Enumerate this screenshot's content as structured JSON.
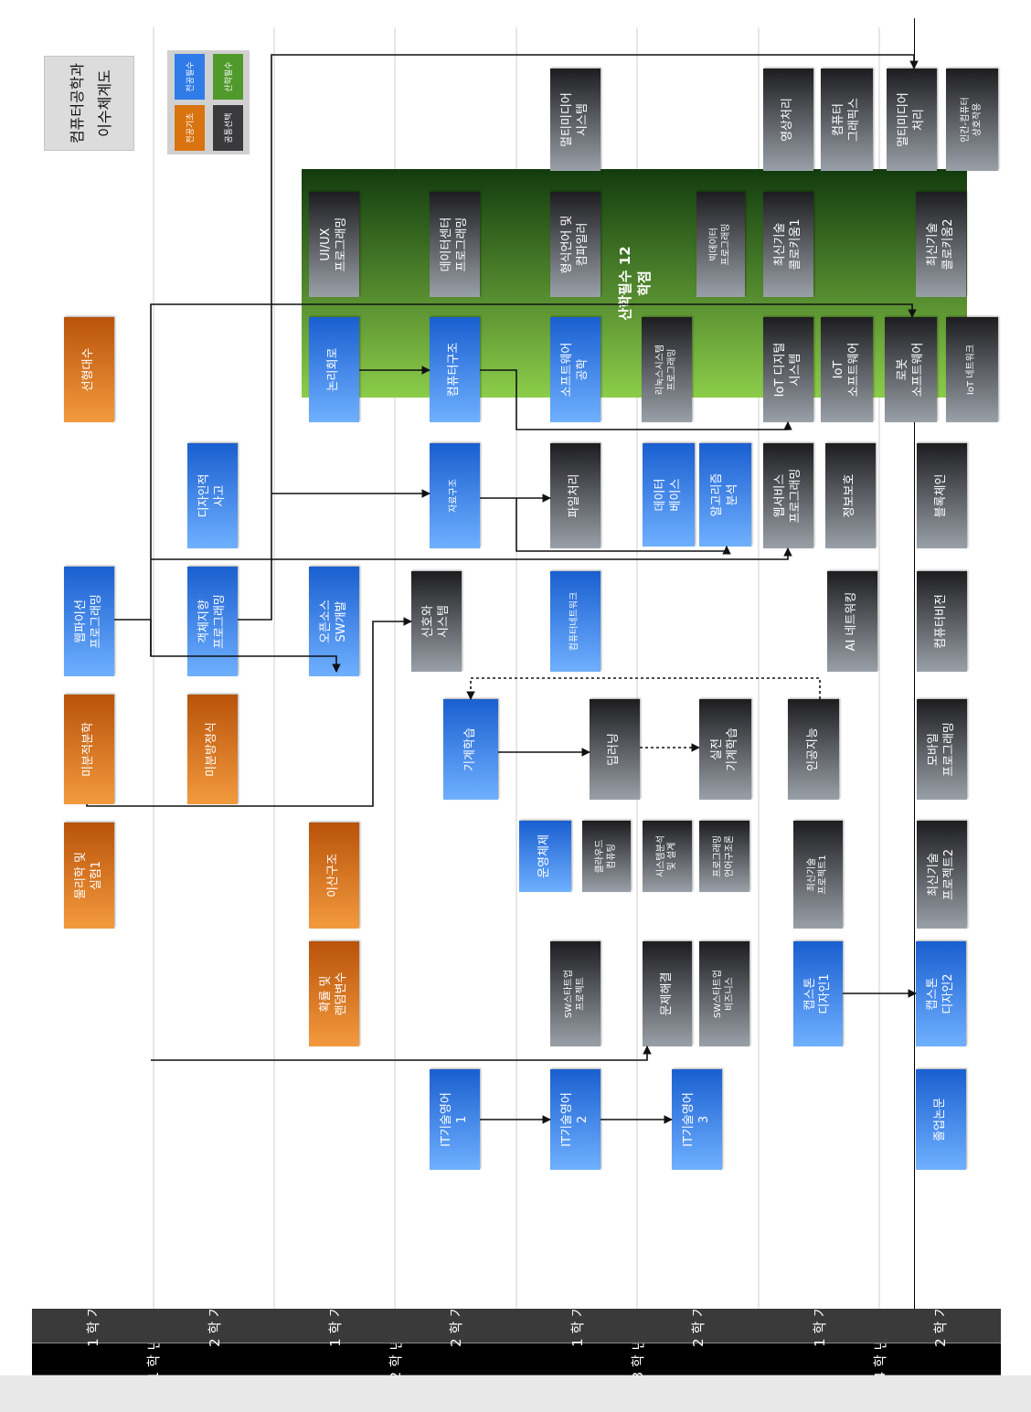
{
  "title": [
    "컴퓨터공학과",
    "이수체계도"
  ],
  "legend": {
    "major_basic": "전공기초",
    "major_req": "전공필수",
    "common_elec": "공통선택",
    "industry_req": "산학필수"
  },
  "colors": {
    "major_basic": "#d9730f",
    "major_req": "#2f7be8",
    "major_elec": "#3a3a3d",
    "industry": "#4f9a2a",
    "header": "#000000",
    "sem_header": "#3a3a3a"
  },
  "industry_bar": "산학필수 12\n학점",
  "years": [
    "1\n학\n년",
    "2\n학\n년",
    "3\n학\n년",
    "4\n학\n년"
  ],
  "semesters": [
    "1\n학\n기",
    "2\n학\n기",
    "1\n학\n기",
    "2\n학\n기",
    "1\n학\n기",
    "2\n학\n기",
    "1\n학\n기",
    "2\n학\n기"
  ],
  "courses": [
    {
      "id": "linear-algebra",
      "label": "선형대수",
      "type": "major-basic"
    },
    {
      "id": "web-python",
      "label": "웹파이선\n프로그래밍",
      "type": "major-req"
    },
    {
      "id": "calculus",
      "label": "미분적분학",
      "type": "major-basic"
    },
    {
      "id": "physics",
      "label": "물리학 및\n실험1",
      "type": "major-basic"
    },
    {
      "id": "design-thinking",
      "label": "디자인적\n사고",
      "type": "major-req"
    },
    {
      "id": "oop",
      "label": "객체지향\n프로그래밍",
      "type": "major-req"
    },
    {
      "id": "diff-eq",
      "label": "미분방정식",
      "type": "major-basic"
    },
    {
      "id": "logic-circuit",
      "label": "논리회로",
      "type": "major-req"
    },
    {
      "id": "uiux",
      "label": "UI/UX\n프로그래밍",
      "type": "major-elec"
    },
    {
      "id": "opensource-sw",
      "label": "오픈소스\nSW개발",
      "type": "major-req"
    },
    {
      "id": "discrete",
      "label": "이산구조",
      "type": "major-basic"
    },
    {
      "id": "probability",
      "label": "확률 및\n랜덤변수",
      "type": "major-basic"
    },
    {
      "id": "signals",
      "label": "신호와\n시스템",
      "type": "major-elec"
    },
    {
      "id": "it-english-1",
      "label": "IT기술영어\n1",
      "type": "major-req"
    },
    {
      "id": "datacenter",
      "label": "데이터센터\n프로그래밍",
      "type": "major-elec"
    },
    {
      "id": "comp-arch",
      "label": "컴퓨터구조",
      "type": "major-req"
    },
    {
      "id": "data-structure",
      "label": "자료구조",
      "type": "major-req"
    },
    {
      "id": "machine-learning",
      "label": "기계학습",
      "type": "major-req"
    },
    {
      "id": "multimedia-sys",
      "label": "멀티미디어\n시스템",
      "type": "major-elec"
    },
    {
      "id": "formal-lang",
      "label": "형식언어 및\n컴파일러",
      "type": "major-elec"
    },
    {
      "id": "software-eng",
      "label": "소프트웨어\n공학",
      "type": "major-req"
    },
    {
      "id": "file-processing",
      "label": "파일처리",
      "type": "major-elec"
    },
    {
      "id": "comp-network",
      "label": "컴퓨터네트워크",
      "type": "major-req"
    },
    {
      "id": "os",
      "label": "운영체제",
      "type": "major-req"
    },
    {
      "id": "sw-startup-proj",
      "label": "SW스타트업\n프로젝트",
      "type": "major-elec"
    },
    {
      "id": "it-english-2",
      "label": "IT기술영어\n2",
      "type": "major-req"
    },
    {
      "id": "cloud",
      "label": "클라우드\n컴퓨팅",
      "type": "major-elec"
    },
    {
      "id": "deep-learning",
      "label": "딥러닝",
      "type": "major-elec"
    },
    {
      "id": "bigdata",
      "label": "빅데이터\n프로그래밍",
      "type": "major-elec"
    },
    {
      "id": "linux",
      "label": "리눅스시스템\n프로그래밍",
      "type": "major-elec"
    },
    {
      "id": "database",
      "label": "데이터\n베이스",
      "type": "major-req"
    },
    {
      "id": "algorithm",
      "label": "알고리즘\n분석",
      "type": "major-req"
    },
    {
      "id": "practical-ml",
      "label": "실전\n기계학습",
      "type": "major-elec"
    },
    {
      "id": "sys-analysis",
      "label": "시스템분석\n및 설계",
      "type": "major-elec"
    },
    {
      "id": "pl-theory",
      "label": "프로그래밍\n언어구조론",
      "type": "major-elec"
    },
    {
      "id": "problem-solving",
      "label": "문제해결",
      "type": "major-elec"
    },
    {
      "id": "sw-startup-biz",
      "label": "SW스타트업\n비즈니스",
      "type": "major-elec"
    },
    {
      "id": "it-english-3",
      "label": "IT기술영어\n3",
      "type": "major-req"
    },
    {
      "id": "image-processing",
      "label": "영상처리",
      "type": "major-elec"
    },
    {
      "id": "latest-tech-app1",
      "label": "최신기술\n콜로키움1",
      "type": "major-elec"
    },
    {
      "id": "iot-digital",
      "label": "IoT 디지털\n시스템",
      "type": "major-elec"
    },
    {
      "id": "web-service",
      "label": "웹서비스\n프로그래밍",
      "type": "major-elec"
    },
    {
      "id": "ai",
      "label": "인공지능",
      "type": "major-elec"
    },
    {
      "id": "latest-tech-proj1",
      "label": "최신기술\n프로젝트1",
      "type": "major-elec"
    },
    {
      "id": "capstone-1",
      "label": "캡스톤\n디자인1",
      "type": "major-req"
    },
    {
      "id": "computer-graphics",
      "label": "컴퓨터\n그래픽스",
      "type": "major-elec"
    },
    {
      "id": "iot-software",
      "label": "IoT\n소프트웨어",
      "type": "major-elec"
    },
    {
      "id": "info-security",
      "label": "정보보호",
      "type": "major-elec"
    },
    {
      "id": "ai-network",
      "label": "AI 네트워킹",
      "type": "major-elec"
    },
    {
      "id": "multimedia-proc",
      "label": "멀티미디어\n처리",
      "type": "major-elec"
    },
    {
      "id": "latest-tech-app2",
      "label": "최신기술\n콜로키움2",
      "type": "major-elec"
    },
    {
      "id": "robot-sw",
      "label": "로봇\n소프트웨어",
      "type": "major-elec"
    },
    {
      "id": "blockchain",
      "label": "블록체인",
      "type": "major-elec"
    },
    {
      "id": "computer-vision",
      "label": "컴퓨터비전",
      "type": "major-elec"
    },
    {
      "id": "mobile",
      "label": "모바일\n프로그래밍",
      "type": "major-elec"
    },
    {
      "id": "latest-tech-proj2",
      "label": "최신기술\n프로젝트2",
      "type": "major-elec"
    },
    {
      "id": "capstone-2",
      "label": "캡스톤\n디자인2",
      "type": "major-req"
    },
    {
      "id": "thesis",
      "label": "졸업논문",
      "type": "major-req"
    },
    {
      "id": "hci",
      "label": "인간-컴퓨터\n상호작용",
      "type": "major-elec"
    },
    {
      "id": "iot-network",
      "label": "IoT 네트워크",
      "type": "major-elec"
    }
  ]
}
